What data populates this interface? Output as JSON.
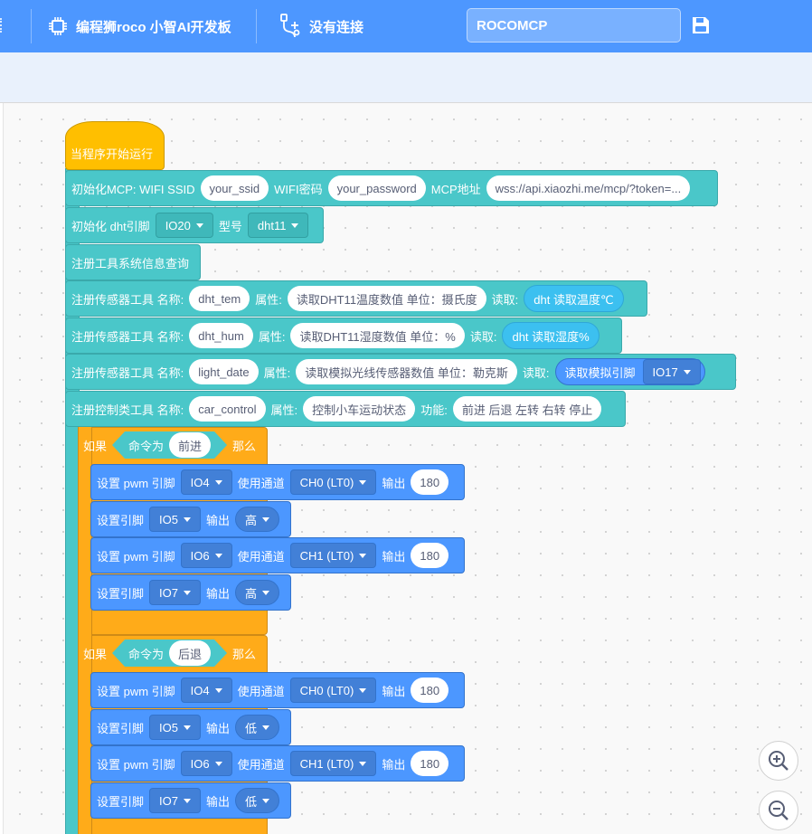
{
  "topbar": {
    "board_label": "编程狮roco 小智AI开发板",
    "connection_label": "没有连接",
    "project_name": "ROCOMCP"
  },
  "blocks": {
    "hat": "当程序开始运行",
    "mcp": {
      "label1": "初始化MCP: WIFI SSID",
      "ssid": "your_ssid",
      "label2": "WIFI密码",
      "password": "your_password",
      "label3": "MCP地址",
      "url": "wss://api.xiaozhi.me/mcp/?token=..."
    },
    "dht": {
      "label1": "初始化 dht引脚",
      "pin": "IO20",
      "label2": "型号",
      "model": "dht11"
    },
    "sysinfo": "注册工具系统信息查询",
    "sensor_tem": {
      "label1": "注册传感器工具 名称:",
      "name": "dht_tem",
      "label2": "属性:",
      "attr": "读取DHT11温度数值 单位：摄氏度",
      "label3": "读取:",
      "reporter": "dht 读取温度℃"
    },
    "sensor_hum": {
      "label1": "注册传感器工具 名称:",
      "name": "dht_hum",
      "label2": "属性:",
      "attr": "读取DHT11湿度数值 单位：%",
      "label3": "读取:",
      "reporter": "dht 读取湿度%"
    },
    "sensor_light": {
      "label1": "注册传感器工具 名称:",
      "name": "light_date",
      "label2": "属性:",
      "attr": "读取模拟光线传感器数值 单位：勒克斯",
      "label3": "读取:",
      "reporter": "读取模拟引脚",
      "pin": "IO17"
    },
    "control": {
      "label1": "注册控制类工具 名称:",
      "name": "car_control",
      "label2": "属性:",
      "attr": "控制小车运动状态",
      "label3": "功能:",
      "func": "前进 后退 左转 右转 停止"
    },
    "if1": {
      "if": "如果",
      "cond": "命令为",
      "value": "前进",
      "then": "那么"
    },
    "if2": {
      "if": "如果",
      "cond": "命令为",
      "value": "后退",
      "then": "那么"
    },
    "pwm_label": "设置 pwm 引脚",
    "channel_label": "使用通道",
    "output_label": "输出",
    "pin_label": "设置引脚",
    "rows1": [
      {
        "type": "pwm",
        "pin": "IO4",
        "channel": "CH0 (LT0)",
        "value": "180"
      },
      {
        "type": "pin",
        "pin": "IO5",
        "level": "高"
      },
      {
        "type": "pwm",
        "pin": "IO6",
        "channel": "CH1 (LT0)",
        "value": "180"
      },
      {
        "type": "pin",
        "pin": "IO7",
        "level": "高"
      }
    ],
    "rows2": [
      {
        "type": "pwm",
        "pin": "IO4",
        "channel": "CH0 (LT0)",
        "value": "180"
      },
      {
        "type": "pin",
        "pin": "IO5",
        "level": "低"
      },
      {
        "type": "pwm",
        "pin": "IO6",
        "channel": "CH1 (LT0)",
        "value": "180"
      },
      {
        "type": "pin",
        "pin": "IO7",
        "level": "低"
      }
    ]
  },
  "colors": {
    "topbar": "#4d97ff",
    "teal": "#4ac7c9",
    "blue": "#4c97ff",
    "orange": "#ffab19",
    "hat": "#ffbf00"
  },
  "icons": [
    "chip-icon",
    "usb-icon",
    "save-icon",
    "zoom-in-icon",
    "zoom-out-icon"
  ]
}
